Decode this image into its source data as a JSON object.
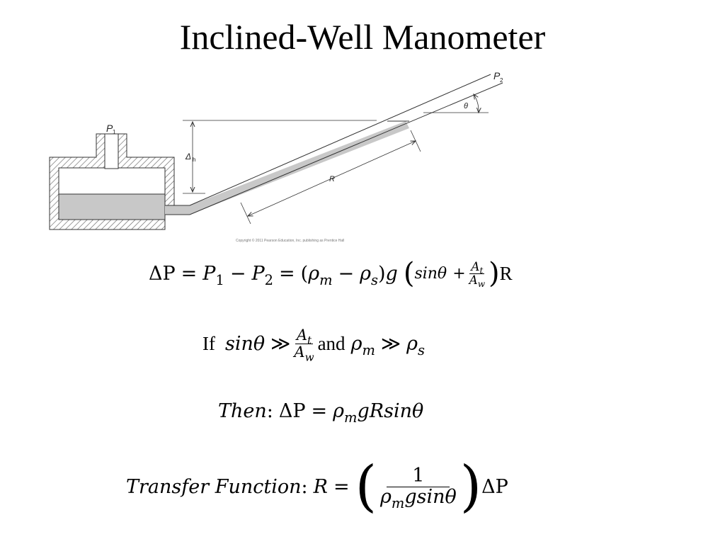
{
  "slide": {
    "title": "Inclined-Well Manometer"
  },
  "diagram": {
    "labels": {
      "p1": "P",
      "p1_sub": "1",
      "p2": "P",
      "p2_sub": "2",
      "theta": "θ",
      "delta_h": "Δ",
      "delta_h_sub": "h",
      "r": "R"
    },
    "copyright": "Copyright © 2011 Pearson Education, Inc. publishing as Prentice Hall",
    "colors": {
      "fluid": "#c8c8c8",
      "hatch": "#666666",
      "lines": "#333333"
    }
  },
  "equations": {
    "eq1": {
      "lhs": "ΔP",
      "eq": "=",
      "p": "P",
      "sub1": "1",
      "minus": "−",
      "sub2": "2",
      "rho": "ρ",
      "sub_m": "m",
      "sub_s": "s",
      "g": "g",
      "sin": "sinθ",
      "plus": "+",
      "a": "A",
      "sub_t": "t",
      "sub_w": "w",
      "open_paren": "(",
      "close_paren": ")",
      "r": "R"
    },
    "eq2": {
      "if": "If",
      "sin": "sinθ",
      "gg": "≫",
      "a": "A",
      "sub_t": "t",
      "sub_w": "w",
      "and": "and",
      "rho": "ρ",
      "sub_m": "m",
      "sub_s": "s"
    },
    "eq3": {
      "then": "Then",
      "colon": ":",
      "lhs": "ΔP",
      "eq": "=",
      "rho": "ρ",
      "sub_m": "m",
      "rhs": "gRsinθ"
    },
    "eq4": {
      "label": "Transfer Function",
      "colon": ":",
      "r": "R",
      "eq": "=",
      "one": "1",
      "rho": "ρ",
      "sub_m": "m",
      "den_rest": "gsinθ",
      "dp": "ΔP",
      "open_paren": "(",
      "close_paren": ")"
    }
  }
}
